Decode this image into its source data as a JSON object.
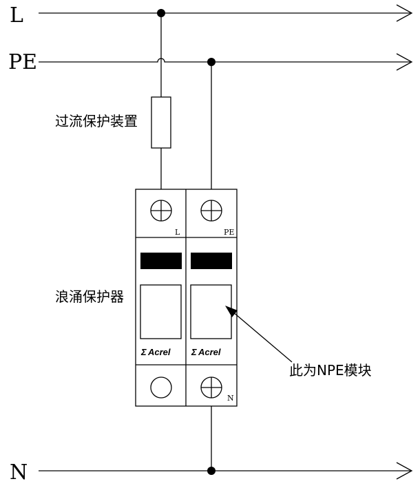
{
  "lines": {
    "L": "L",
    "PE": "PE",
    "N": "N"
  },
  "labels": {
    "overcurrent_device": "过流保护装置",
    "surge_protector": "浪涌保护器",
    "npe_note": "此为NPE模块"
  },
  "spd": {
    "module_left": {
      "terminal_label": "L",
      "brand": "Acrel"
    },
    "module_right": {
      "terminal_label": "PE",
      "bottom_label": "N",
      "brand": "Acrel"
    }
  }
}
